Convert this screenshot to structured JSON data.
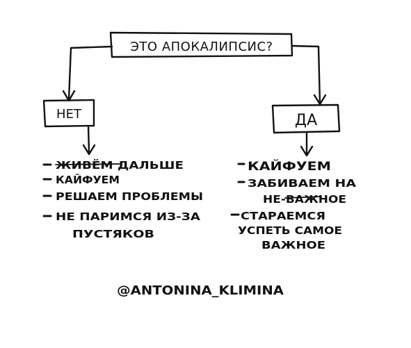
{
  "diagram": {
    "question": "ЭТО АПОКАЛИПСИС?",
    "no_label": "НЕТ",
    "yes_label": "ДА",
    "no_items": [
      "ЖИВЁМ ДАЛЬШЕ",
      "КАЙФУЕМ",
      "РЕШАЕМ ПРОБЛЕМЫ",
      "НЕ ПАРИМСЯ ИЗ-ЗА",
      "ПУСТЯКОВ"
    ],
    "yes_items": [
      "КАЙФУЕМ",
      "ЗАБИВАЕМ НА",
      "НЕ-ВАЖНОЕ",
      "СТАРАЕМСЯ",
      "УСПЕТЬ САМОЕ",
      "ВАЖНОЕ"
    ],
    "signature": "@ANTONINA_KLIMINA"
  }
}
